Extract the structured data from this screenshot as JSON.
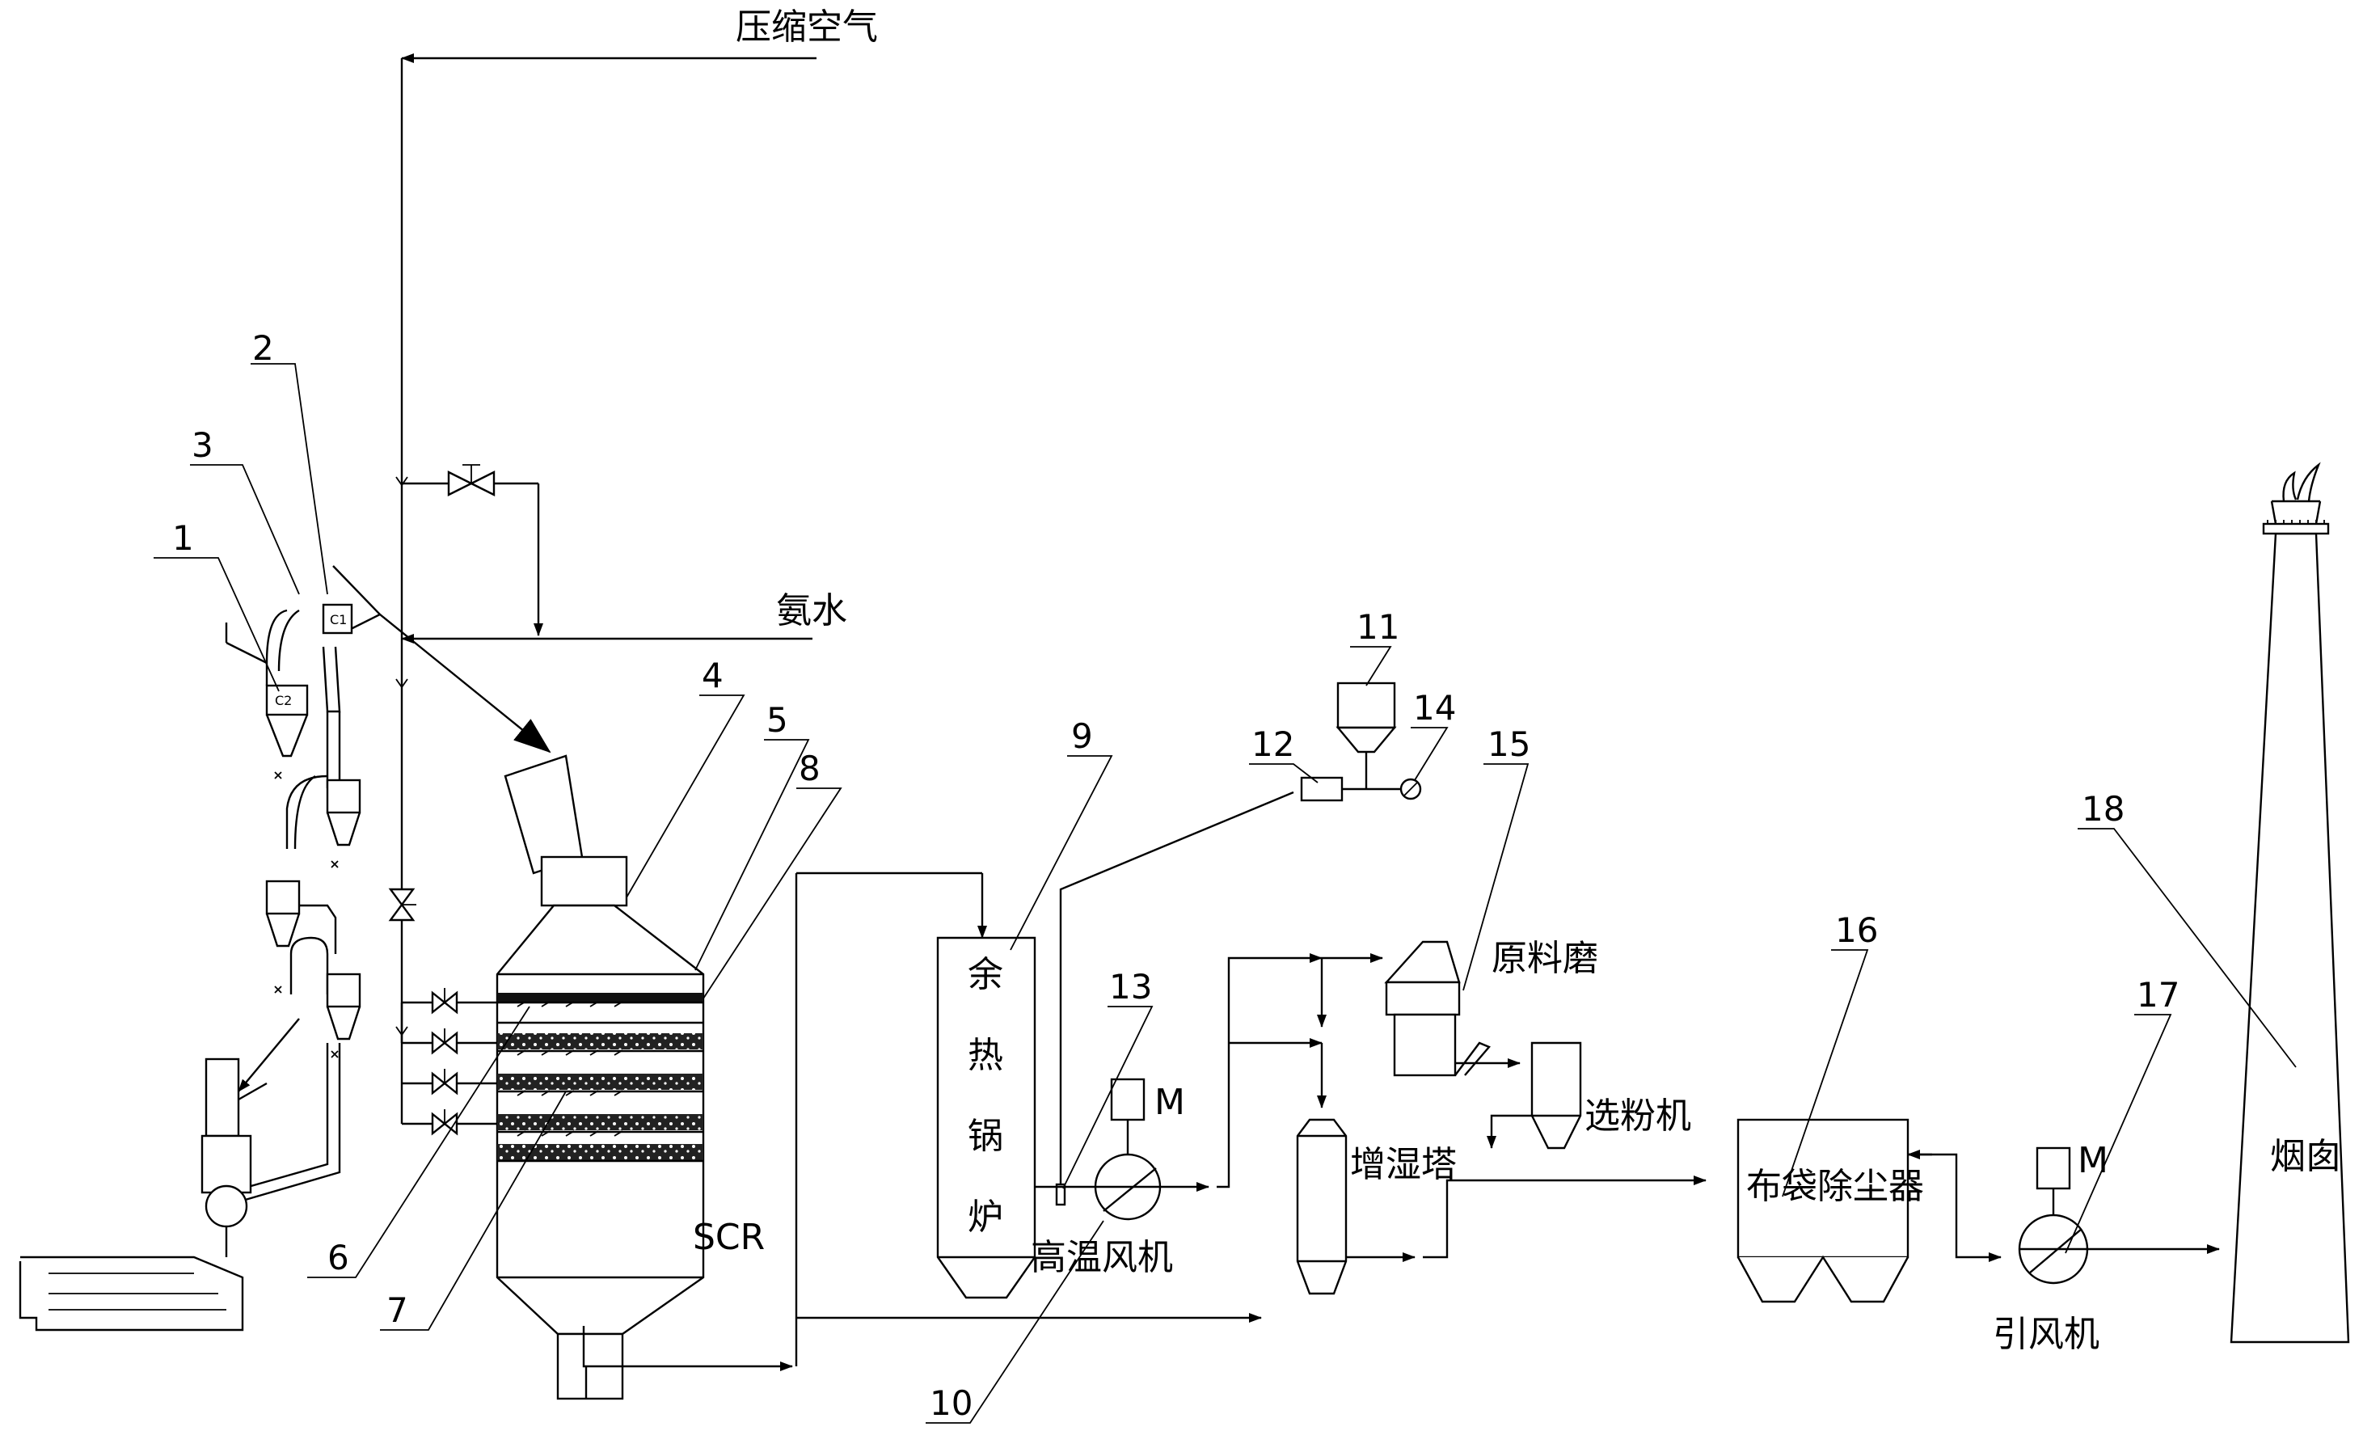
{
  "labels": {
    "compressed_air": "压缩空气",
    "ammonia_water": "氨水",
    "scr": "SCR",
    "waste_heat_boiler": [
      "余",
      "热",
      "锅",
      "炉"
    ],
    "high_temp_fan": "高温风机",
    "raw_mill": "原料磨",
    "separator": "选粉机",
    "humidifying_tower": "增湿塔",
    "bag_filter": "布袋除尘器",
    "induced_fan": "引风机",
    "chimney": "烟囱",
    "motor": "M",
    "cyclone_c1": "C1",
    "cyclone_c2": "C2"
  },
  "callouts": [
    "1",
    "2",
    "3",
    "4",
    "5",
    "6",
    "7",
    "8",
    "9",
    "10",
    "11",
    "12",
    "13",
    "14",
    "15",
    "16",
    "17",
    "18"
  ]
}
